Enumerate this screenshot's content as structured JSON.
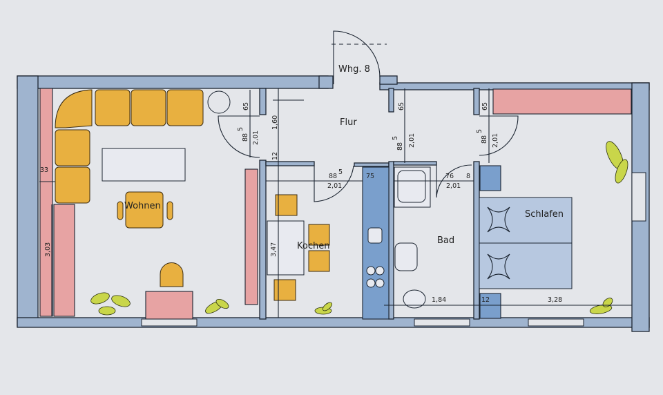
{
  "plan": {
    "unit_label": "Whg. 8",
    "rooms": {
      "living": "Wohnen",
      "kitchen": "Kochen",
      "hall": "Flur",
      "bath": "Bad",
      "bedroom": "Schlafen"
    },
    "dimensions": {
      "living_door_top": "65",
      "living_door_width": "88",
      "living_door_width_sup": "5",
      "living_door_height": "2,01",
      "hall_width": "1,60",
      "wall_12": "12",
      "window_33": "33",
      "living_depth": "3,03",
      "kitchen_depth": "3,47",
      "kitchen_door_width": "88",
      "kitchen_door_width_sup": "5",
      "kitchen_door_height": "2,01",
      "kitchen_75": "75",
      "bath_door_top": "65",
      "bath_door_width": "88",
      "bath_door_width_sup": "5",
      "bath_door_height": "2,01",
      "bath_76": "76",
      "bath_8": "8",
      "bath_door2_height": "2,01",
      "bed_door_top": "65",
      "bed_door_width": "88",
      "bed_door_width_sup": "5",
      "bed_door_height": "2,01",
      "bath_width": "1,84",
      "bed_wall_12": "12",
      "bed_width": "3,28"
    },
    "colors": {
      "walls": "#9fb4cf",
      "upholstery": "#e8b040",
      "shelves": "#e7a3a3",
      "bed": "#7a9fcc",
      "plants": "#c9d64a"
    }
  }
}
